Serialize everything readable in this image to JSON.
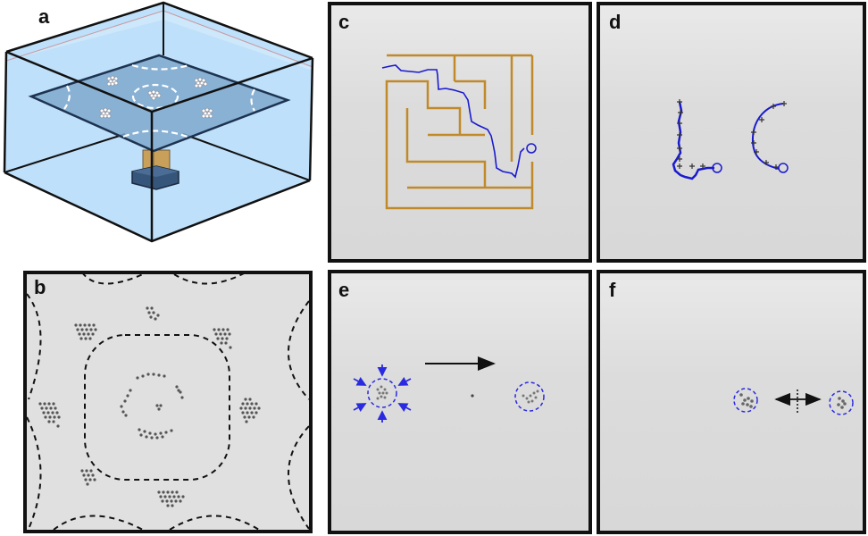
{
  "figure": {
    "panels": [
      {
        "id": "a",
        "label": "a",
        "description": "3D schematic of water tank with submerged plate on a pillar; dashed circles mark nodal regions; white particle clusters on plate"
      },
      {
        "id": "b",
        "label": "b",
        "description": "Photograph of particle aggregation patterns on plate with dashed nodal boundaries"
      },
      {
        "id": "c",
        "label": "c",
        "description": "Particle cluster trajectory (blue) navigating a maze (gold walls) to circled endpoint"
      },
      {
        "id": "d",
        "label": "d",
        "description": "Two trajectories: L-shaped path and C-shaped arc, each ending in circled endpoint, with + markers"
      },
      {
        "id": "e",
        "label": "e",
        "description": "Cluster compressed (inward blue arrows) in dashed circle, then transported right (black arrow) to second dashed circle"
      },
      {
        "id": "f",
        "label": "f",
        "description": "Two clusters in dashed circles separated by a double-headed arrow across a dashed dividing line"
      }
    ],
    "colors": {
      "maze_wall": "#c08a2a",
      "trajectory": "#1a1ad0",
      "tank_water": "#bfe0fa",
      "plate": "#7fa8cc",
      "pillar": "#c9a05a",
      "base": "#35557a",
      "panel_border": "#111111",
      "panel_bg": "#dddddd"
    }
  }
}
